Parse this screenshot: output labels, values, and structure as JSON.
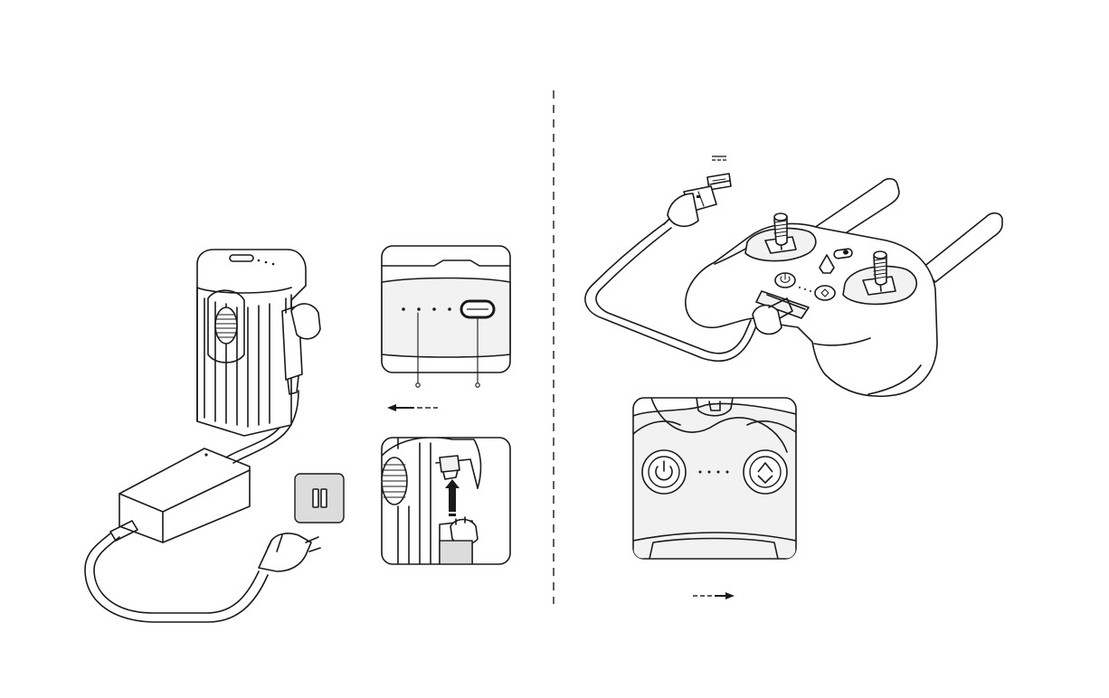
{
  "colors": {
    "line": "#1a1a1a",
    "background": "#ffffff",
    "panel_fill": "#f2f2f2",
    "plug_icon_fill": "#dcdcdc"
  },
  "icons": {
    "power": "power-icon",
    "return_to_home": "return-home-icon",
    "usb_port": "usb-port-icon",
    "dc_symbol": "direct-current-symbol",
    "plug_type": "two-pin-plug-icon",
    "direction_left": "left-arrow-icon",
    "direction_right": "right-arrow-icon",
    "direction_up": "up-arrow-icon"
  },
  "battery_indicator": {
    "led_count": 4
  },
  "controller_indicator": {
    "led_count": 4
  }
}
